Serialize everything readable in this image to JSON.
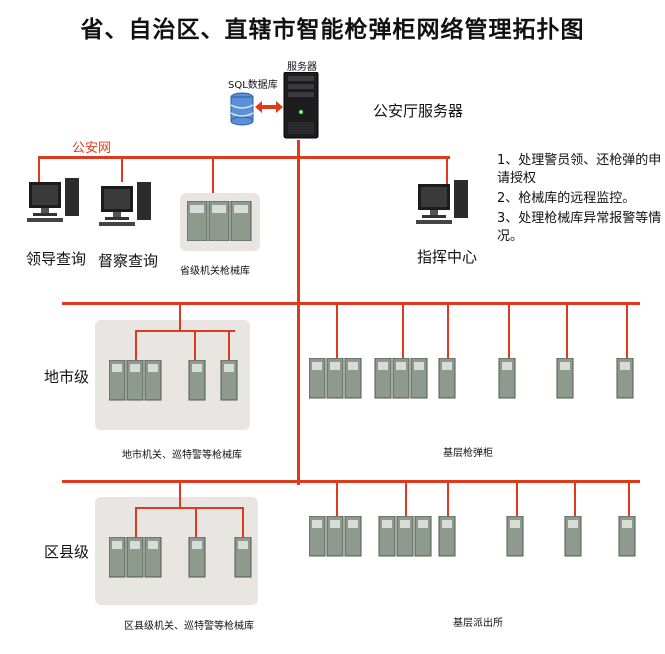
{
  "title": "省、自治区、直辖市智能枪弹柜网络管理拓扑图",
  "server": {
    "sql_label": "SQL数据库",
    "server_label": "服务器",
    "name": "公安厅服务器"
  },
  "network_label": "公安网",
  "terminals": {
    "leader": "领导查询",
    "inspector": "督察查询",
    "command": "指挥中心"
  },
  "province_armory": "省级机关枪械库",
  "duties": [
    "1、处理警员领、还枪弹的申请授权",
    "2、枪械库的远程监控。",
    "3、处理枪械库异常报警等情况。"
  ],
  "levels": {
    "city": "地市级",
    "county": "区县级"
  },
  "city_armory": "地市机关、巡特警等枪械库",
  "city_base": "基层枪弹柜",
  "county_armory": "区县级机关、巡特警等枪械库",
  "county_base": "基层派出所",
  "colors": {
    "network_line": "#e03a1e",
    "panel": "#e9e5e2"
  }
}
